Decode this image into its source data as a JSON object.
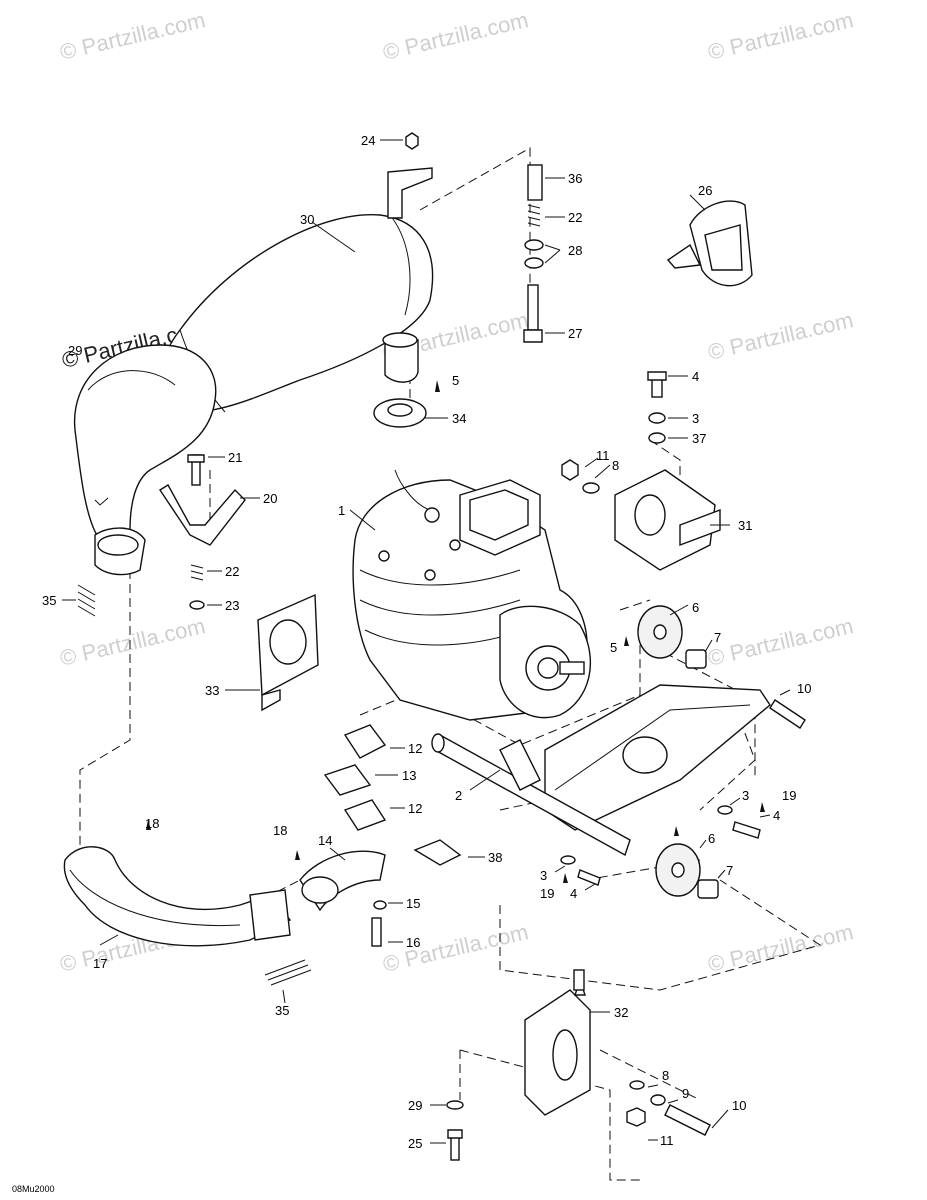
{
  "watermark": {
    "text": "© Partzilla.com"
  },
  "diagram_code": "08Mu2000",
  "callouts": [
    {
      "id": "c1",
      "label": "1"
    },
    {
      "id": "c2",
      "label": "2"
    },
    {
      "id": "c3a",
      "label": "3"
    },
    {
      "id": "c3b",
      "label": "3"
    },
    {
      "id": "c3c",
      "label": "3"
    },
    {
      "id": "c4a",
      "label": "4"
    },
    {
      "id": "c4b",
      "label": "4"
    },
    {
      "id": "c4c",
      "label": "4"
    },
    {
      "id": "c5a",
      "label": "5"
    },
    {
      "id": "c5b",
      "label": "5"
    },
    {
      "id": "c5c",
      "label": "5"
    },
    {
      "id": "c6a",
      "label": "6"
    },
    {
      "id": "c6b",
      "label": "6"
    },
    {
      "id": "c7a",
      "label": "7"
    },
    {
      "id": "c7b",
      "label": "7"
    },
    {
      "id": "c8a",
      "label": "8"
    },
    {
      "id": "c8b",
      "label": "8"
    },
    {
      "id": "c9",
      "label": "9"
    },
    {
      "id": "c10a",
      "label": "10"
    },
    {
      "id": "c10b",
      "label": "10"
    },
    {
      "id": "c11a",
      "label": "11"
    },
    {
      "id": "c11b",
      "label": "11"
    },
    {
      "id": "c12a",
      "label": "12"
    },
    {
      "id": "c12b",
      "label": "12"
    },
    {
      "id": "c13",
      "label": "13"
    },
    {
      "id": "c14",
      "label": "14"
    },
    {
      "id": "c15",
      "label": "15"
    },
    {
      "id": "c16",
      "label": "16"
    },
    {
      "id": "c17",
      "label": "17"
    },
    {
      "id": "c18a",
      "label": "18"
    },
    {
      "id": "c18b",
      "label": "18"
    },
    {
      "id": "c19a",
      "label": "19"
    },
    {
      "id": "c19b",
      "label": "19"
    },
    {
      "id": "c20",
      "label": "20"
    },
    {
      "id": "c21",
      "label": "21"
    },
    {
      "id": "c22a",
      "label": "22"
    },
    {
      "id": "c22b",
      "label": "22"
    },
    {
      "id": "c23",
      "label": "23"
    },
    {
      "id": "c24",
      "label": "24"
    },
    {
      "id": "c25",
      "label": "25"
    },
    {
      "id": "c26",
      "label": "26"
    },
    {
      "id": "c27",
      "label": "27"
    },
    {
      "id": "c28",
      "label": "28"
    },
    {
      "id": "c29",
      "label": "29"
    },
    {
      "id": "c30",
      "label": "30"
    },
    {
      "id": "c31",
      "label": "31"
    },
    {
      "id": "c32",
      "label": "32"
    },
    {
      "id": "c33",
      "label": "33"
    },
    {
      "id": "c34",
      "label": "34"
    },
    {
      "id": "c35a",
      "label": "35"
    },
    {
      "id": "c35b",
      "label": "35"
    },
    {
      "id": "c36",
      "label": "36"
    },
    {
      "id": "c37",
      "label": "37"
    },
    {
      "id": "c38",
      "label": "38"
    }
  ]
}
